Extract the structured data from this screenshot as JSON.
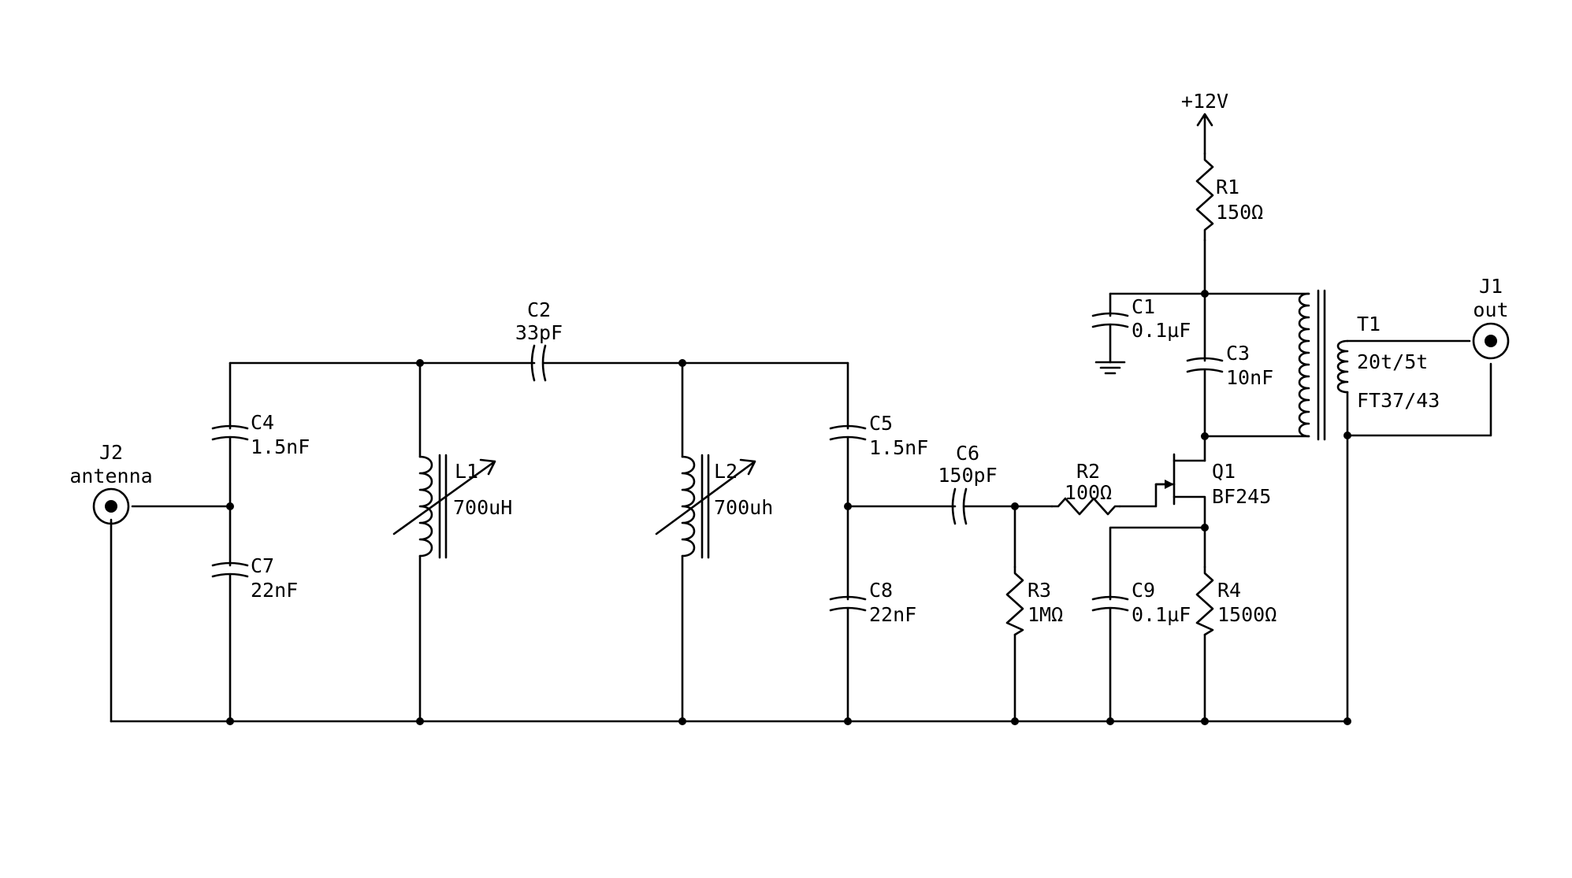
{
  "schematic": {
    "supply": {
      "label": "+12V"
    },
    "components": {
      "J1": {
        "ref": "J1",
        "value": "out"
      },
      "J2": {
        "ref": "J2",
        "value": "antenna"
      },
      "C1": {
        "ref": "C1",
        "value": "0.1µF"
      },
      "C2": {
        "ref": "C2",
        "value": "33pF"
      },
      "C3": {
        "ref": "C3",
        "value": "10nF"
      },
      "C4": {
        "ref": "C4",
        "value": "1.5nF"
      },
      "C5": {
        "ref": "C5",
        "value": "1.5nF"
      },
      "C6": {
        "ref": "C6",
        "value": "150pF"
      },
      "C7": {
        "ref": "C7",
        "value": "22nF"
      },
      "C8": {
        "ref": "C8",
        "value": "22nF"
      },
      "C9": {
        "ref": "C9",
        "value": "0.1µF"
      },
      "L1": {
        "ref": "L1",
        "value": "700uH"
      },
      "L2": {
        "ref": "L2",
        "value": "700uh"
      },
      "R1": {
        "ref": "R1",
        "value": "150Ω"
      },
      "R2": {
        "ref": "R2",
        "value": "100Ω"
      },
      "R3": {
        "ref": "R3",
        "value": "1MΩ"
      },
      "R4": {
        "ref": "R4",
        "value": "1500Ω"
      },
      "Q1": {
        "ref": "Q1",
        "value": "BF245"
      },
      "T1": {
        "ref": "T1",
        "value": "20t/5t",
        "core": "FT37/43"
      }
    }
  }
}
